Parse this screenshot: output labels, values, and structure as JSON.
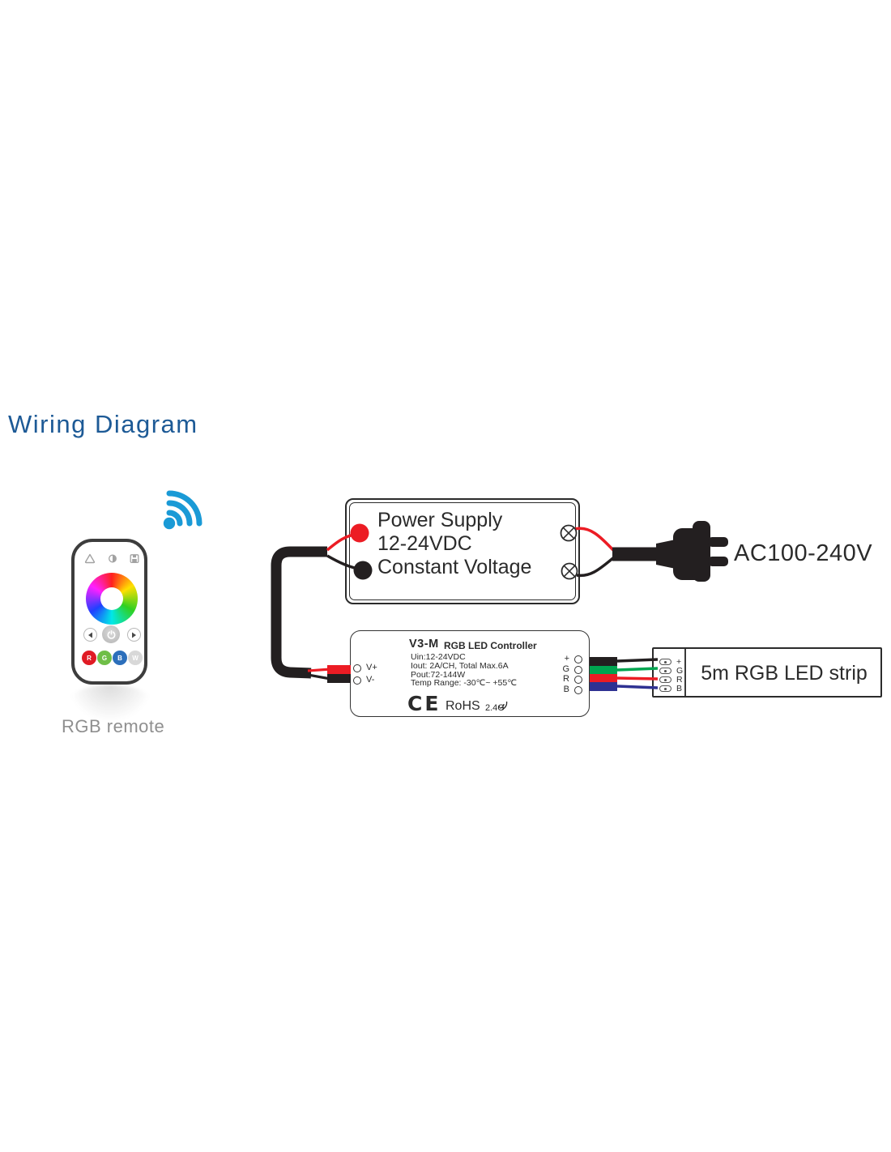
{
  "title": "Wiring Diagram",
  "remote": {
    "caption": "RGB remote",
    "color_buttons": [
      "R",
      "G",
      "B",
      "W"
    ]
  },
  "power_supply": {
    "lines": [
      "Power Supply",
      "12-24VDC",
      "Constant Voltage"
    ]
  },
  "ac_plug": {
    "label": "AC100-240V"
  },
  "controller": {
    "model": "V3-M",
    "product": "RGB LED Controller",
    "specs": [
      "Uin:12-24VDC",
      "Iout: 2A/CH, Total Max.6A",
      "Pout:72-144W",
      "Temp Range: -30℃~ +55℃"
    ],
    "certifications": {
      "ce": "CE",
      "rohs": "RoHS",
      "rf": "2.4G"
    },
    "input_terminals": [
      "V+",
      "V-"
    ],
    "output_terminals": [
      "+",
      "G",
      "R",
      "B"
    ]
  },
  "led_strip": {
    "label": "5m RGB LED strip",
    "pads": [
      "+",
      "G",
      "R",
      "B"
    ]
  },
  "colors": {
    "title_blue": "#1d5a96",
    "wifi_blue": "#1a9ad6",
    "wire_red": "#ec1c24",
    "wire_green": "#00a550",
    "wire_blue": "#2e3192",
    "wire_black": "#231f20",
    "caption_gray": "#8f8f8f"
  }
}
